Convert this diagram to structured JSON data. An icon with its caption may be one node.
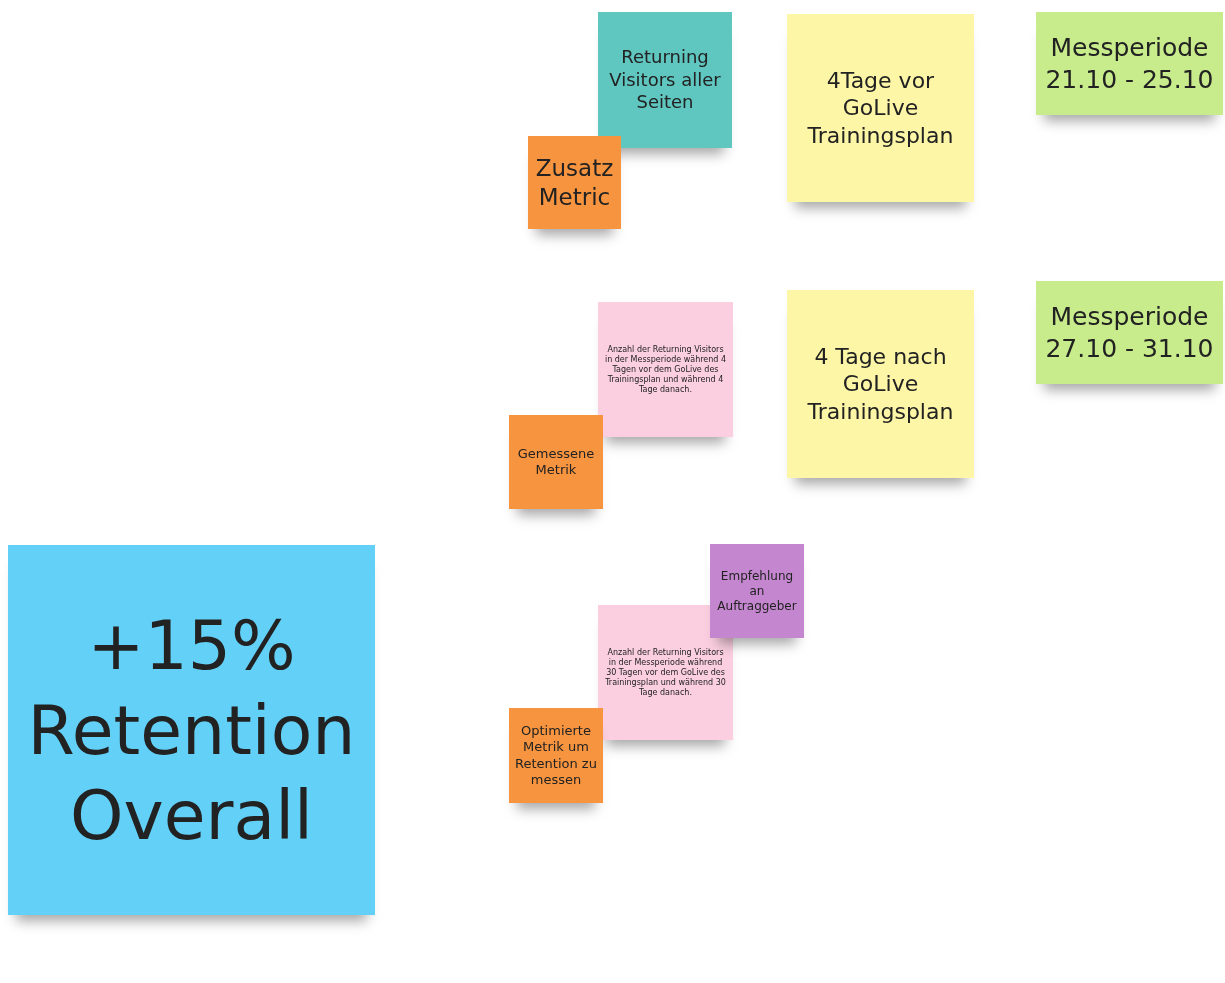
{
  "diagram": {
    "nodes": [
      {
        "text": [
          "Returning Visitors aller Seiten"
        ]
      },
      {
        "text": [
          "Zusatz Metric"
        ]
      },
      {
        "text": [
          "4Tage vor GoLive Trainingsplan"
        ]
      },
      {
        "text": [
          "Messperiode 21.10 - 25.10"
        ]
      },
      {
        "text": [
          "Anzahl der Returning Visitors in der Messperiode während 4 Tagen vor dem GoLive des Trainingsplan und  während 4 Tage danach."
        ]
      },
      {
        "text": [
          "Gemessene Metrik"
        ]
      },
      {
        "text": [
          "4 Tage nach GoLive Trainingsplan"
        ]
      },
      {
        "text": [
          "Messperiode 27.10 - 31.10"
        ]
      },
      {
        "text": [
          "Empfehlung an Auftraggeber"
        ]
      },
      {
        "text": [
          "Anzahl der Returning Visitors in der Messperiode während 30 Tagen vor dem GoLive des Trainingsplan und  während 30 Tage danach."
        ]
      },
      {
        "text": [
          "Optimierte Metrik um Retention zu messen"
        ]
      },
      {
        "text": [
          "+15% Retention Overall"
        ]
      }
    ]
  }
}
